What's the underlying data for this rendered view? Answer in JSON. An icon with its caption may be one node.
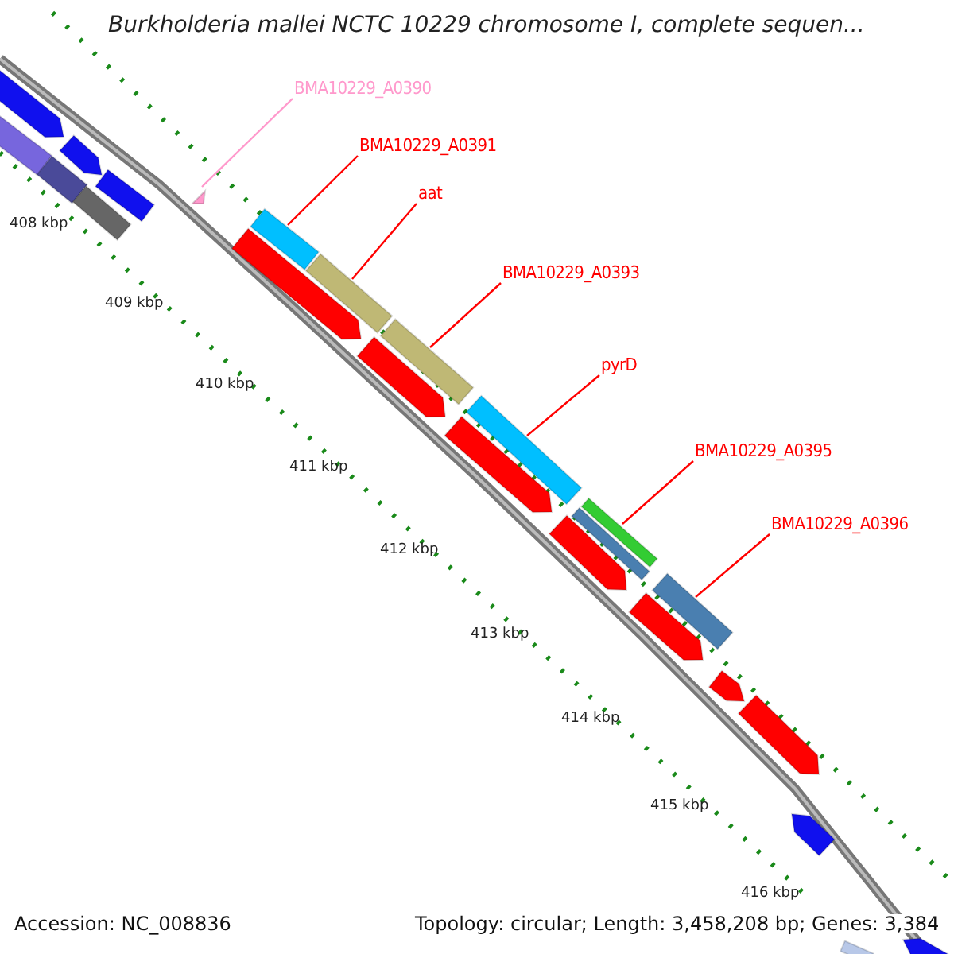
{
  "diagram": {
    "title": "Burkholderia mallei NCTC 10229 chromosome I, complete sequen...",
    "nodes": [
      {
        "text": [
          "BMA10229_A0390"
        ]
      },
      {
        "text": [
          "BMA10229_A0391"
        ]
      },
      {
        "text": [
          "aat"
        ]
      },
      {
        "text": [
          "BMA10229_A0393"
        ]
      },
      {
        "text": [
          "pyrD"
        ]
      },
      {
        "text": [
          "BMA10229_A0395"
        ]
      },
      {
        "text": [
          "BMA10229_A0396"
        ]
      },
      {
        "text": [],
        "shape": "triangle"
      },
      {
        "text": [],
        "shape": "bar"
      },
      {
        "text": [],
        "shape": "bar"
      },
      {
        "text": [],
        "shape": "bar"
      },
      {
        "text": [],
        "shape": "bar"
      },
      {
        "text": [],
        "shape": "bar"
      },
      {
        "text": [],
        "shape": "bar"
      },
      {
        "text": [],
        "shape": "bar"
      },
      {
        "text": [],
        "shape": "bar"
      },
      {
        "text": [],
        "shape": "bar"
      },
      {
        "text": [],
        "shape": "bar"
      },
      {
        "text": [],
        "shape": "bar"
      },
      {
        "text": [],
        "shape": "bar"
      },
      {
        "text": [],
        "shape": "bar"
      },
      {
        "text": [],
        "shape": "bar"
      },
      {
        "text": [],
        "shape": "bar"
      },
      {
        "text": [],
        "shape": "bar"
      },
      {
        "text": [],
        "shape": "bar"
      },
      {
        "text": [],
        "shape": "bar"
      },
      {
        "text": [],
        "shape": "bar"
      },
      {
        "text": [],
        "shape": "bar"
      },
      {
        "text": [],
        "shape": "bar"
      },
      {
        "text": [],
        "shape": "bar"
      },
      {
        "text": [],
        "shape": "bar"
      }
    ],
    "edges": [
      {
        "from": 0,
        "to": 7,
        "arrow": "none",
        "color": "#ff99cc"
      },
      {
        "from": 1,
        "to": 8,
        "arrow": "none"
      },
      {
        "from": 2,
        "to": 9,
        "arrow": "none"
      },
      {
        "from": 3,
        "to": 10,
        "arrow": "none"
      },
      {
        "from": 4,
        "to": 11,
        "arrow": "none"
      },
      {
        "from": 5,
        "to": 12,
        "arrow": "none"
      },
      {
        "from": 6,
        "to": 13,
        "arrow": "none"
      }
    ],
    "labels": [
      "408 kbp",
      "409 kbp",
      "410 kbp",
      "411 kbp",
      "412 kbp",
      "413 kbp",
      "414 kbp",
      "415 kbp",
      "416 kbp",
      "Accession: NC_008836",
      "Topology: circular; Length: 3,458,208 bp; Genes: 3,384"
    ]
  }
}
